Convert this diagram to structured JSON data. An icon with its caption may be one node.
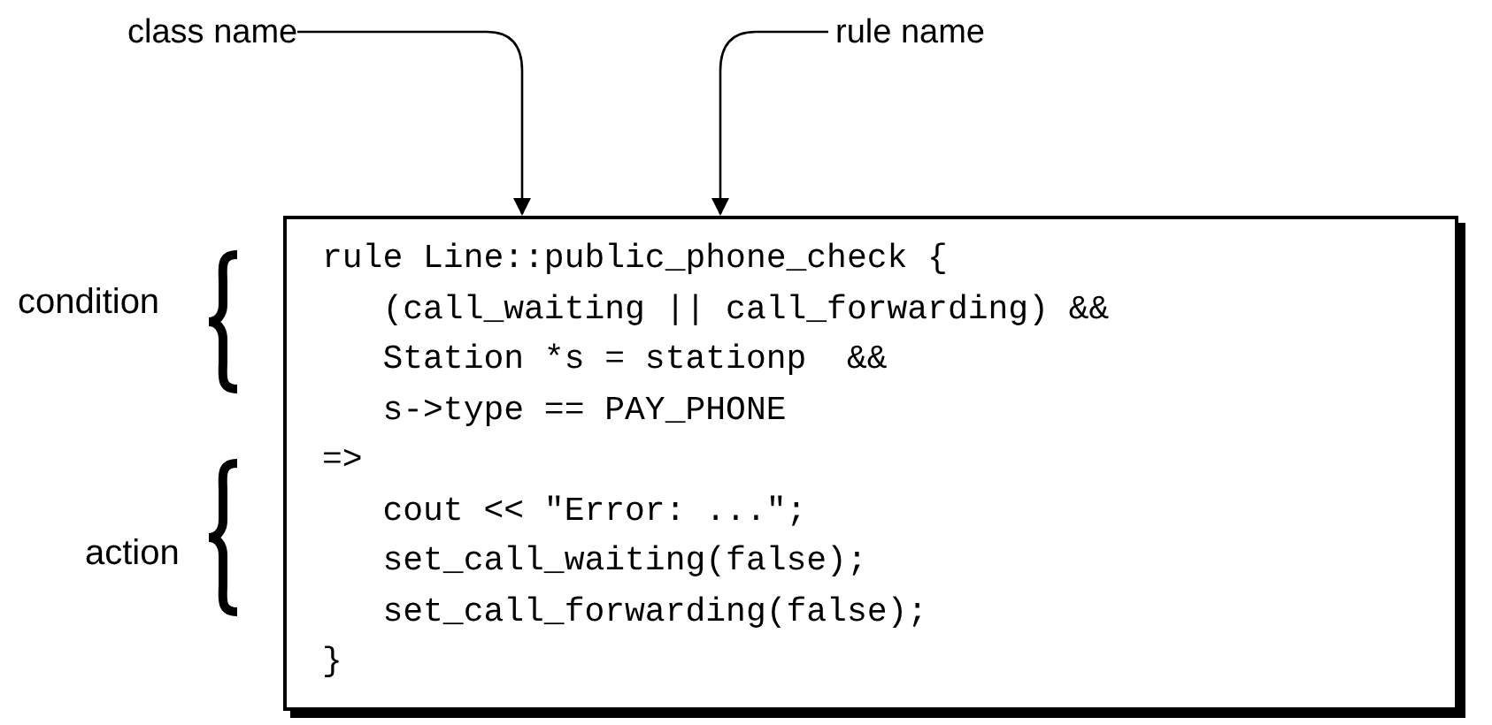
{
  "diagram": {
    "nodes": [
      {
        "text": [
          "class name"
        ]
      },
      {
        "text": [
          "rule name"
        ]
      },
      {
        "text": [
          "rule Line::public_phone_check {",
          "   (call_waiting || call_forwarding) &&",
          "   Station *s = stationp  &&",
          "   s->type == PAY_PHONE",
          "=>",
          "   cout << \"Error: ...\";",
          "   set_call_waiting(false);",
          "   set_call_forwarding(false);",
          "}"
        ]
      }
    ],
    "edges": [
      {
        "from": 0,
        "to": 2,
        "arrow": "to"
      },
      {
        "from": 1,
        "to": 2,
        "arrow": "to"
      }
    ],
    "labels": [
      "condition",
      "action"
    ]
  }
}
